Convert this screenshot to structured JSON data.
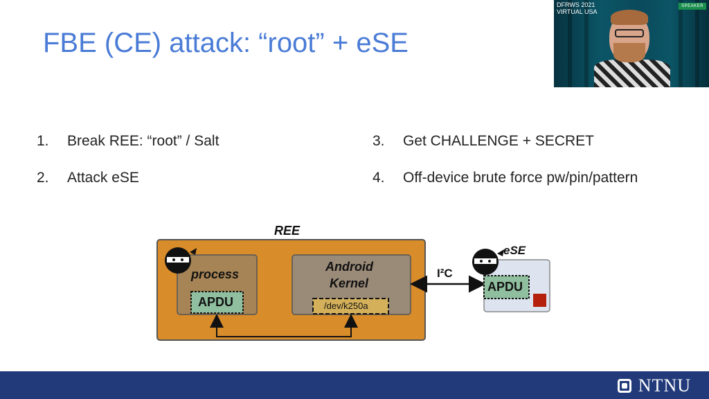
{
  "slide": {
    "title": "FBE (CE) attack: “root” + eSE"
  },
  "bullets": [
    {
      "num": "1.",
      "text": "Break REE:  “root” / Salt"
    },
    {
      "num": "2.",
      "text": "Attack eSE"
    },
    {
      "num": "3.",
      "text": "Get CHALLENGE + SECRET"
    },
    {
      "num": "4.",
      "text": "Off-device brute force pw/pin/pattern"
    }
  ],
  "diagram": {
    "ree_label": "REE",
    "process_label": "process",
    "apdu_left": "APDU",
    "kernel_line1": "Android",
    "kernel_line2": "Kernel",
    "device_path": "/dev/k250a",
    "i2c_label": "I²C",
    "ese_label": "eSE",
    "apdu_right": "APDU",
    "colors": {
      "ree_fill": "#d98c2a",
      "process_fill": "#a78456",
      "kernel_fill": "#9a8a78",
      "apdu_fill": "#8fbf9f",
      "device_fill": "#d4b05a",
      "ese_fill": "#dde3ef",
      "chip": "#b5200c"
    }
  },
  "webcam": {
    "event_line1": "DFRWS 2021",
    "event_line2": "VIRTUAL USA",
    "badge": "SPEAKER"
  },
  "footer": {
    "logo_text": "NTNU",
    "logo_icon": "ntnu-logo-icon"
  }
}
